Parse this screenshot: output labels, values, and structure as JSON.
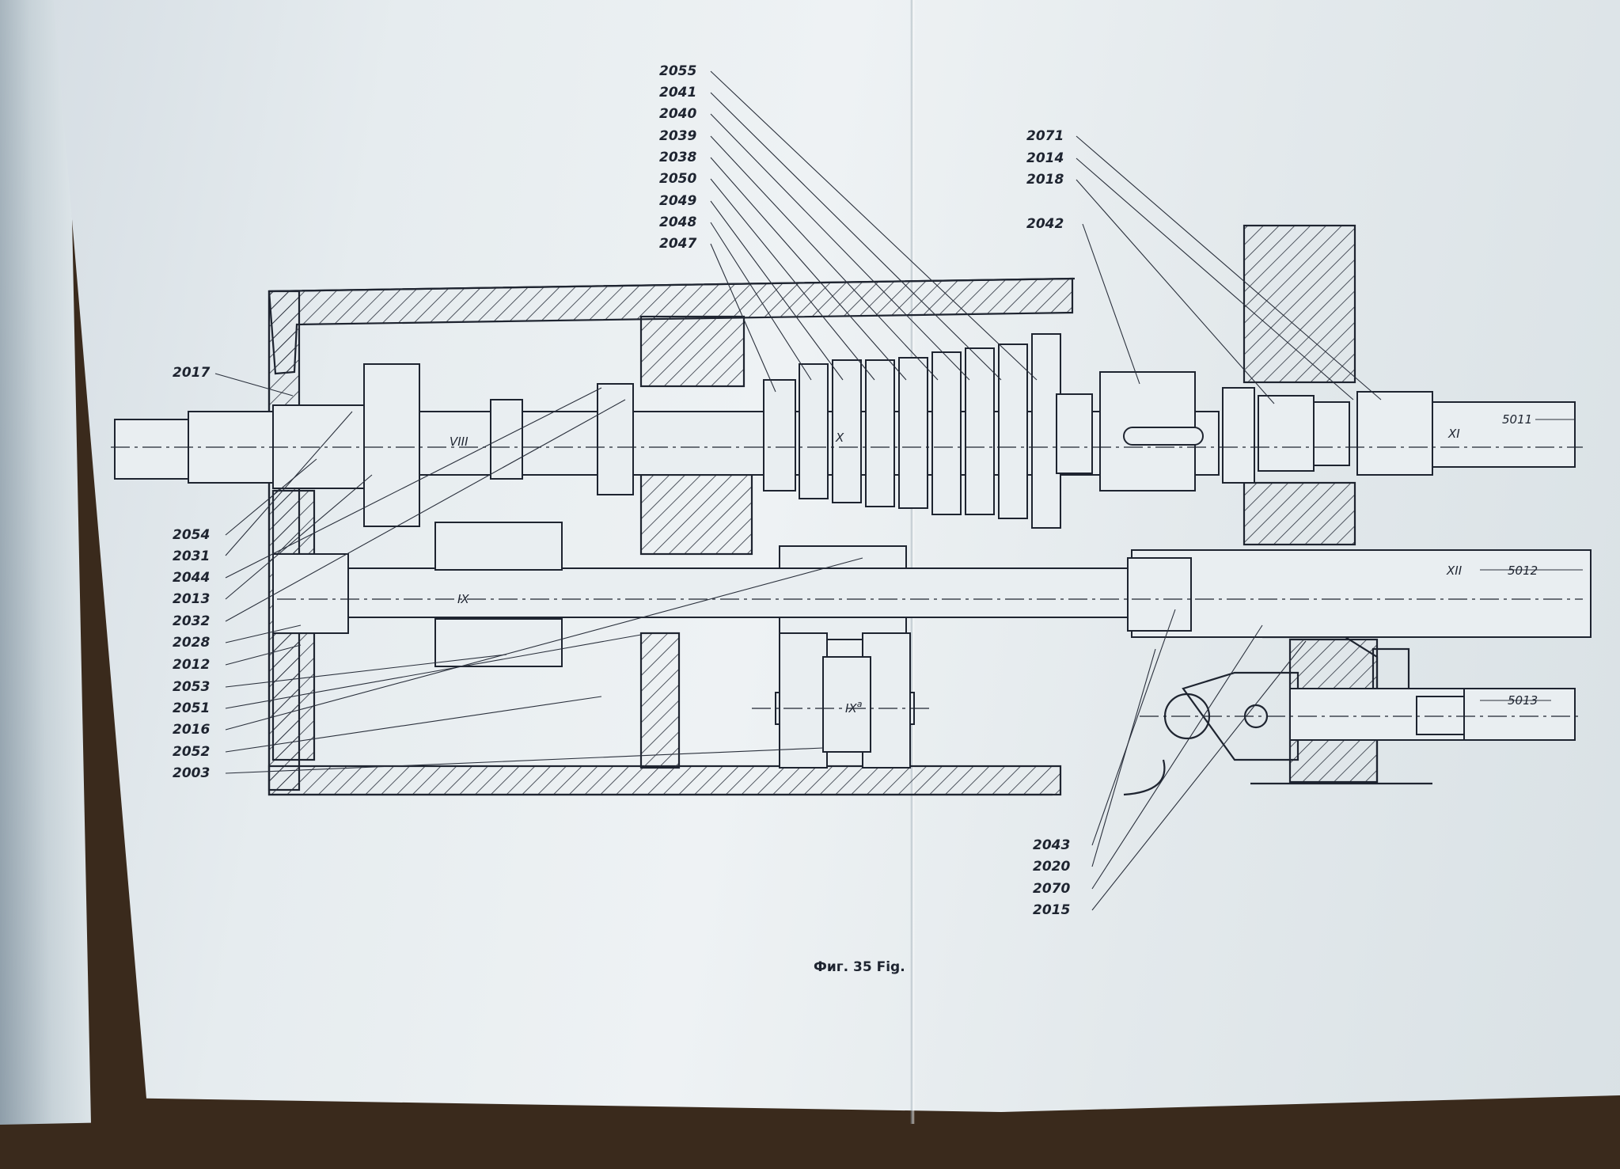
{
  "labels_left": [
    "2017",
    "2054",
    "2031",
    "2044",
    "2013",
    "2032",
    "2028",
    "2012",
    "2053",
    "2051",
    "2016",
    "2052",
    "2003"
  ],
  "labels_top": [
    "2055",
    "2041",
    "2040",
    "2039",
    "2038",
    "2050",
    "2049",
    "2048",
    "2047"
  ],
  "labels_top_right": [
    "2071",
    "2014",
    "2018",
    "2042"
  ],
  "labels_bottom_right": [
    "2043",
    "2020",
    "2070",
    "2015"
  ],
  "shaft_labels": {
    "viii": "VIII",
    "x": "X",
    "ix": "IX",
    "ixa": "IX",
    "ixa_sup": "a",
    "xi": "XI",
    "xii": "XII"
  },
  "shaft_refs": {
    "s5011": "5011",
    "s5012": "5012",
    "s5013": "5013"
  },
  "caption": "Фиг. 35  Fig."
}
